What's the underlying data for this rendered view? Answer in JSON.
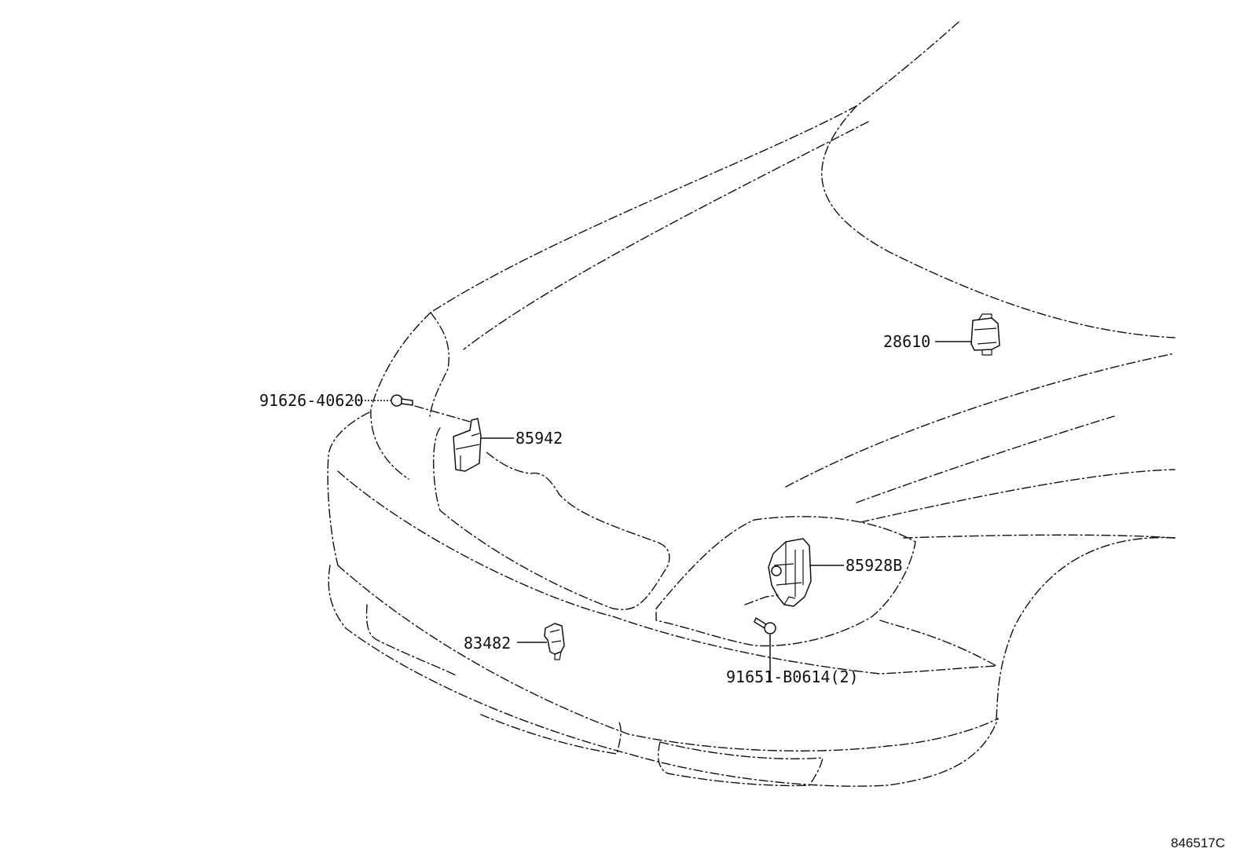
{
  "callouts": {
    "p28610": "28610",
    "p91626": "91626-40620",
    "p85942": "85942",
    "p85928b": "85928B",
    "p83482": "83482",
    "p91651": "91651-B0614(2)"
  },
  "reference_code": "846517C"
}
